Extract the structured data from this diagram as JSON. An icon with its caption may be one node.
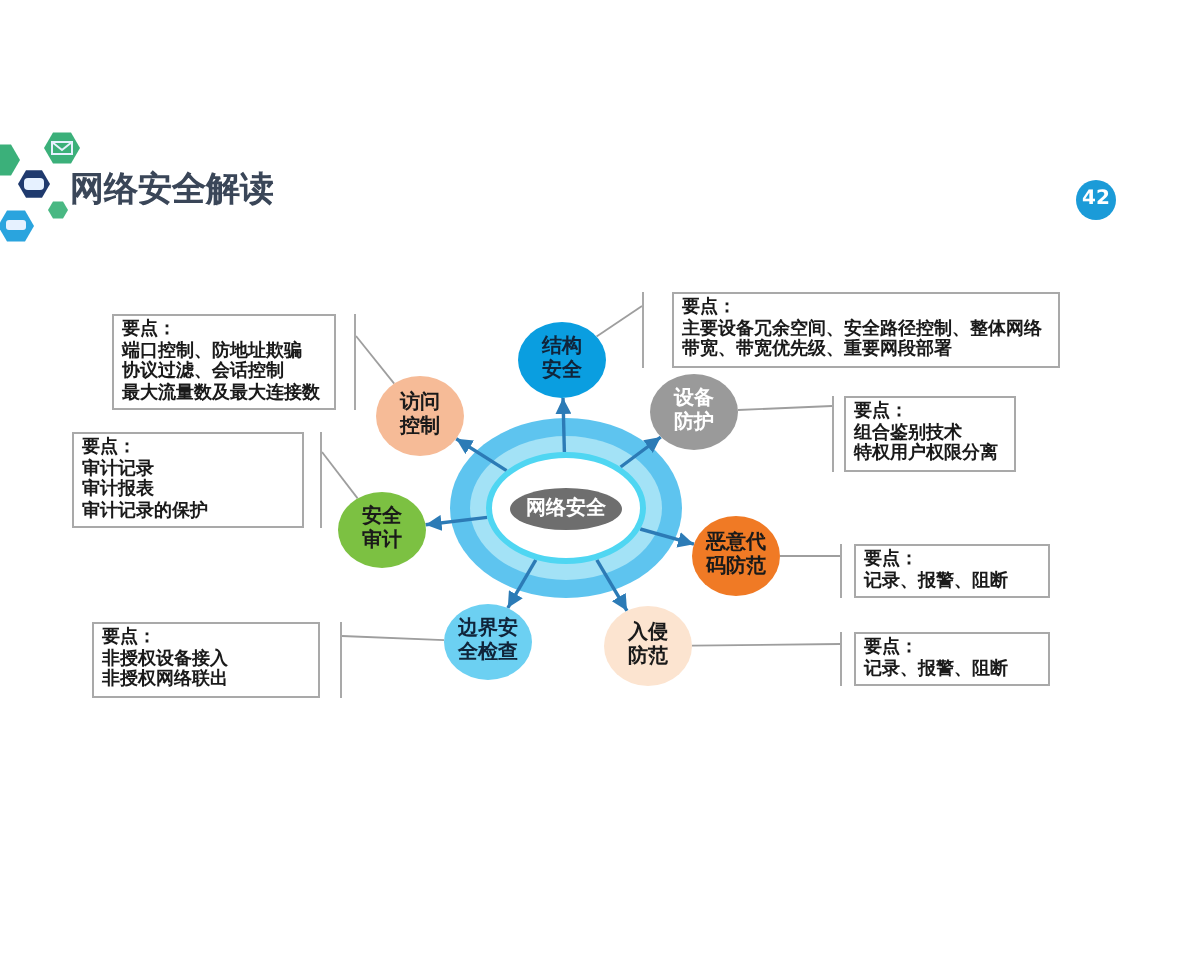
{
  "diagram": {
    "title": "网络安全解读",
    "nodes": [
      {
        "text": [
          "网络安全"
        ]
      },
      {
        "text": [
          "结构安全"
        ]
      },
      {
        "text": [
          "设备防护"
        ]
      },
      {
        "text": [
          "恶意代码防范"
        ]
      },
      {
        "text": [
          "入侵防范"
        ]
      },
      {
        "text": [
          "边界安全检查"
        ]
      },
      {
        "text": [
          "安全审计"
        ]
      },
      {
        "text": [
          "访问控制"
        ]
      },
      {
        "text": [
          "要点：",
          "主要设备冗余空间、安全路径控制、整体网络带宽、带宽优先级、重要网段部署"
        ]
      },
      {
        "text": [
          "要点：",
          "端口控制、防地址欺骗",
          "协议过滤、会话控制",
          "最大流量数及最大连接数"
        ]
      },
      {
        "text": [
          "要点：",
          "组合鉴别技术",
          "特权用户权限分离"
        ]
      },
      {
        "text": [
          "要点：",
          "审计记录",
          "审计报表",
          "审计记录的保护"
        ]
      },
      {
        "text": [
          "要点：",
          "记录、报警、阻断"
        ]
      },
      {
        "text": [
          "要点：",
          "非授权设备接入",
          "非授权网络联出"
        ]
      },
      {
        "text": [
          "要点：",
          "记录、报警、阻断"
        ]
      }
    ],
    "edges": [
      {
        "from": 0,
        "to": 1,
        "arrow": "to"
      },
      {
        "from": 0,
        "to": 2,
        "arrow": "to"
      },
      {
        "from": 0,
        "to": 3,
        "arrow": "to"
      },
      {
        "from": 0,
        "to": 4,
        "arrow": "to"
      },
      {
        "from": 0,
        "to": 5,
        "arrow": "to"
      },
      {
        "from": 0,
        "to": 6,
        "arrow": "to"
      },
      {
        "from": 0,
        "to": 7,
        "arrow": "to"
      },
      {
        "from": 8,
        "to": 1,
        "arrow": "none",
        "color": "#9e9e9e"
      },
      {
        "from": 9,
        "to": 7,
        "arrow": "none",
        "color": "#9e9e9e"
      },
      {
        "from": 10,
        "to": 2,
        "arrow": "none",
        "color": "#9e9e9e"
      },
      {
        "from": 11,
        "to": 6,
        "arrow": "none",
        "color": "#9e9e9e"
      },
      {
        "from": 12,
        "to": 3,
        "arrow": "none",
        "color": "#9e9e9e"
      },
      {
        "from": 13,
        "to": 5,
        "arrow": "none",
        "color": "#9e9e9e"
      },
      {
        "from": 14,
        "to": 4,
        "arrow": "none",
        "color": "#9e9e9e"
      }
    ],
    "labels": [
      "42"
    ]
  }
}
